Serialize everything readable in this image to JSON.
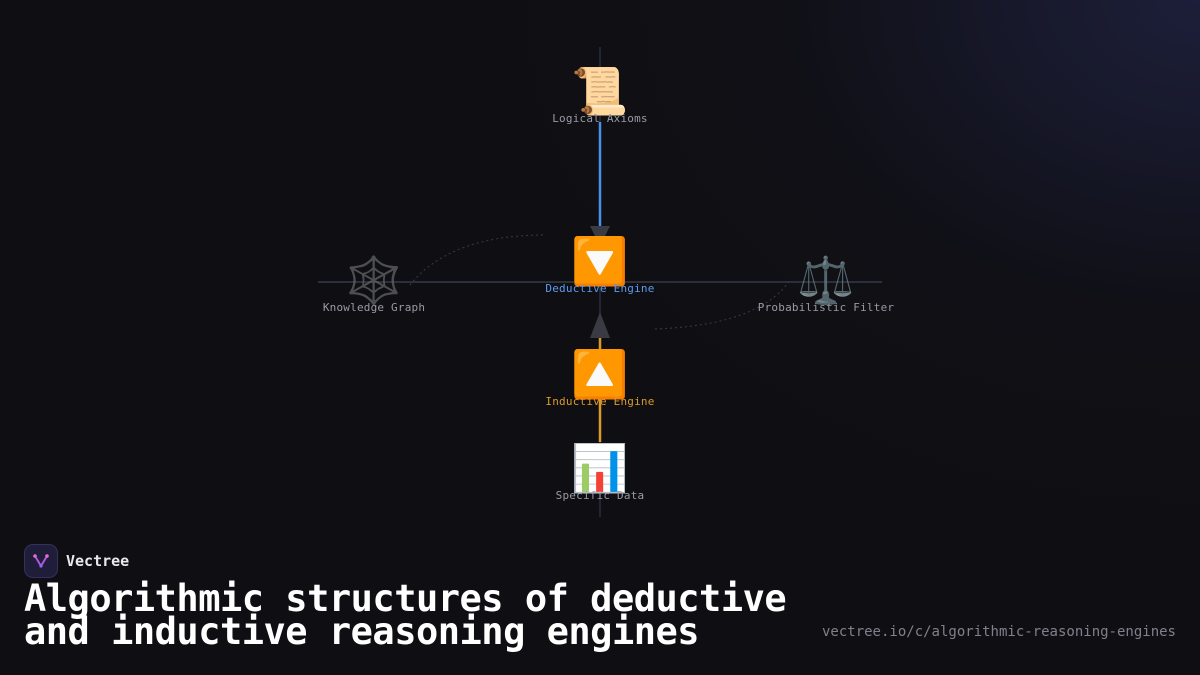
{
  "brand": {
    "name": "Vectree"
  },
  "title": {
    "line1": "Algorithmic structures of deductive",
    "line2": "and inductive reasoning engines"
  },
  "url": "vectree.io/c/algorithmic-reasoning-engines",
  "nodes": {
    "axioms": {
      "label": "Logical Axioms",
      "icon": "📜"
    },
    "deductive": {
      "label": "Deductive Engine",
      "icon": "🔽"
    },
    "inductive": {
      "label": "Inductive Engine",
      "icon": "🔼"
    },
    "data": {
      "label": "Specific Data",
      "icon": "📊"
    },
    "graph": {
      "label": "Knowledge Graph",
      "icon": "🕸️"
    },
    "filter": {
      "label": "Probabilistic Filter",
      "icon": "⚖️"
    }
  },
  "colors": {
    "deductive": "#4a8fe8",
    "inductive": "#d99a2b",
    "axis": "#2a2f3c",
    "background": "#0f0f13"
  }
}
